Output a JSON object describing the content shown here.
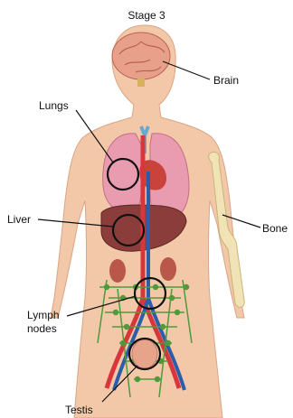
{
  "title": "Stage 3",
  "labels": {
    "brain": "Brain",
    "lungs": "Lungs",
    "liver": "Liver",
    "bone": "Bone",
    "lymph_line1": "Lymph",
    "lymph_line2": "nodes",
    "testis": "Testis"
  },
  "colors": {
    "skin": "#f2c8a8",
    "brain": "#e8a08a",
    "lung": "#e99bb0",
    "liver": "#8a3d3a",
    "kidney": "#b9584a",
    "bone": "#f1e3b5",
    "artery": "#d8363a",
    "vein": "#2d5da8",
    "lymph": "#4f9a3a",
    "highlight_circle": "#111111"
  },
  "icons": [
    "brain-illustration",
    "lungs-illustration",
    "liver-illustration",
    "kidney-illustration",
    "bone-illustration",
    "lymph-node-illustration"
  ]
}
